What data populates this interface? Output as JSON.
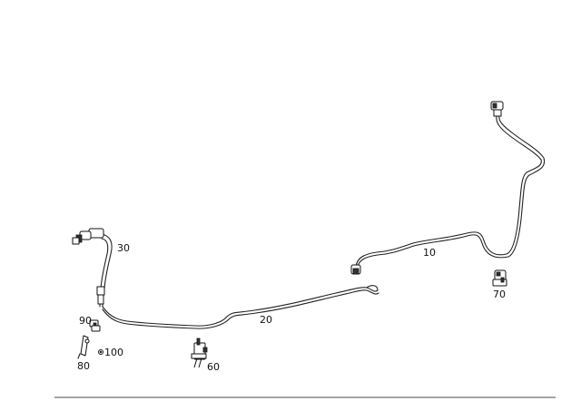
{
  "callouts": {
    "c10": "10",
    "c20": "20",
    "c30": "30",
    "c60": "60",
    "c70": "70",
    "c80": "80",
    "c90": "90",
    "c100": "100"
  },
  "colors": {
    "line": "#222222",
    "background": "#ffffff"
  }
}
